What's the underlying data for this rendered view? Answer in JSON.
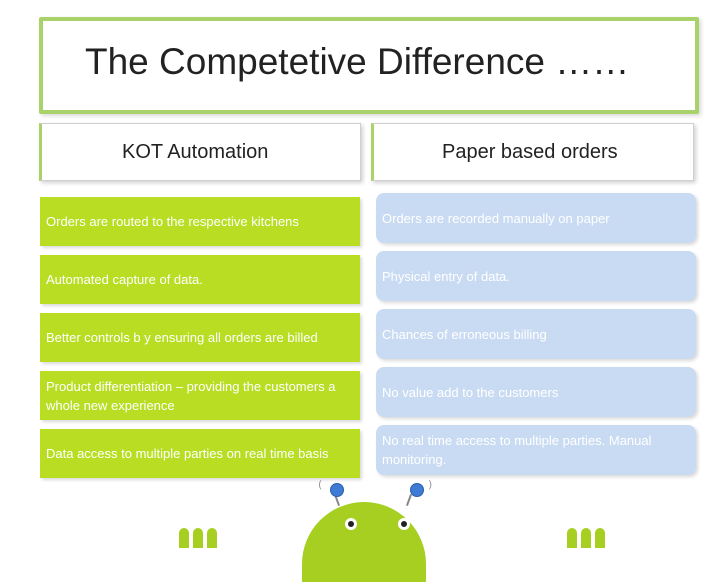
{
  "title": "The Competetive Difference ……",
  "columns": {
    "left_header": "KOT Automation",
    "right_header": "Paper based orders"
  },
  "left_items": [
    "Orders are routed to the respective kitchens",
    "Automated capture of data.",
    "Better controls b y ensuring all orders are billed",
    "Product differentiation – providing the customers a whole new experience",
    "Data access to multiple parties on real time basis"
  ],
  "right_items": [
    "Orders are recorded manually on paper",
    "Physical entry of data.",
    "Chances of erroneous billing",
    "No value add to the customers",
    "No real time access to multiple parties. Manual monitoring."
  ],
  "colors": {
    "accent_green": "#b8dd22",
    "box_blue": "#c9dbf2",
    "title_border": "#a9d36a"
  },
  "mascot": {
    "icon": "robot-mascot-icon"
  }
}
